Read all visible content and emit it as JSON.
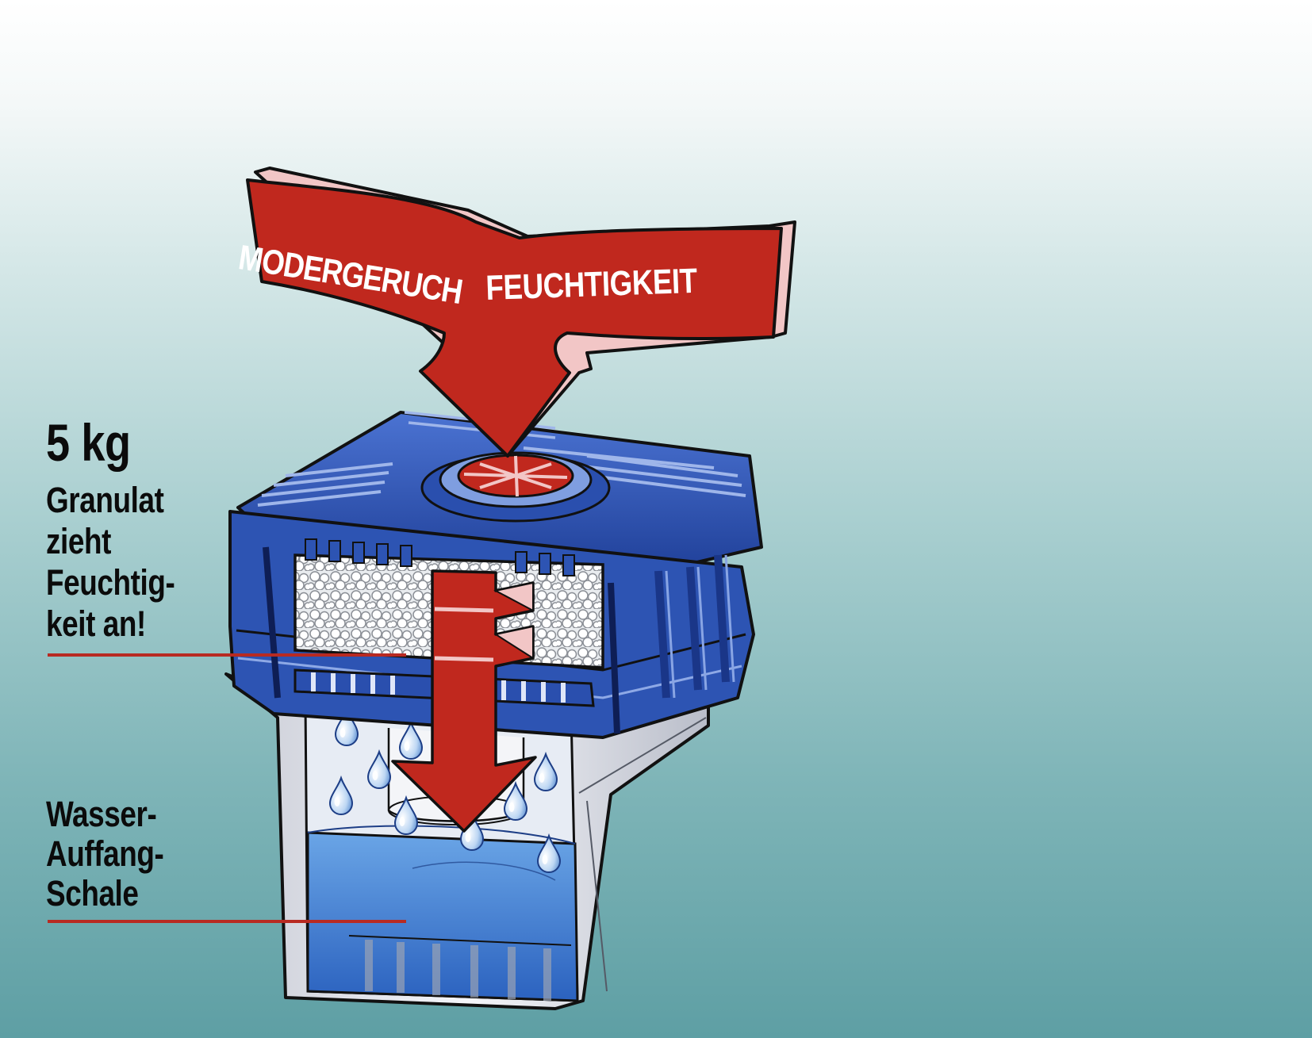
{
  "arrow": {
    "left_label": "MODERGERUCH",
    "right_label": "FEUCHTIGKEIT"
  },
  "callouts": {
    "weight": "5 kg",
    "granulat_lines": [
      "Granulat",
      "zieht",
      "Feuchtig-",
      "keit an!"
    ],
    "tank_lines": [
      "Wasser-",
      "Auffang-",
      "Schale"
    ]
  },
  "colors": {
    "arrow_red": "#c0281e",
    "arrow_side": "#f2c6c6",
    "lid_blue": "#2f57b8",
    "water_blue": "#3a78d0",
    "callout_line": "#b82a22"
  }
}
